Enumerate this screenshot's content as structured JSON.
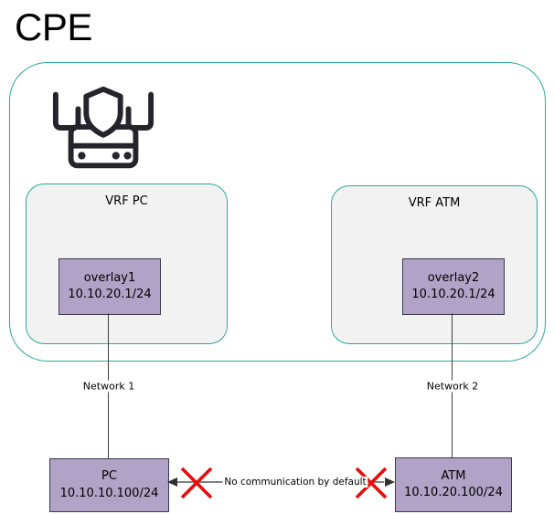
{
  "diagram_title": "CPE",
  "colors": {
    "teal": "#2aa89a",
    "panel": "#f2f2f2",
    "node-fill": "#b1a2c7",
    "node-border": "#3b3b4d",
    "line": "#3f3f3f",
    "arrow-line": "#7f7f7f",
    "arrow-head": "#303030",
    "red-x": "#e60d0d"
  },
  "cpe": {
    "icon": "router-firewall-shield-icon",
    "vrfs": [
      {
        "label": "VRF PC",
        "interface": {
          "name": "overlay1",
          "ip": "10.10.20.1/24"
        }
      },
      {
        "label": "VRF ATM",
        "interface": {
          "name": "overlay2",
          "ip": "10.10.20.1/24"
        }
      }
    ]
  },
  "networks": [
    {
      "label": "Network 1"
    },
    {
      "label": "Network 2"
    }
  ],
  "hosts": [
    {
      "name": "PC",
      "ip": "10.10.10.100/24"
    },
    {
      "name": "ATM",
      "ip": "10.10.20.100/24"
    }
  ],
  "blocked_link": {
    "label": "No communication by default"
  }
}
